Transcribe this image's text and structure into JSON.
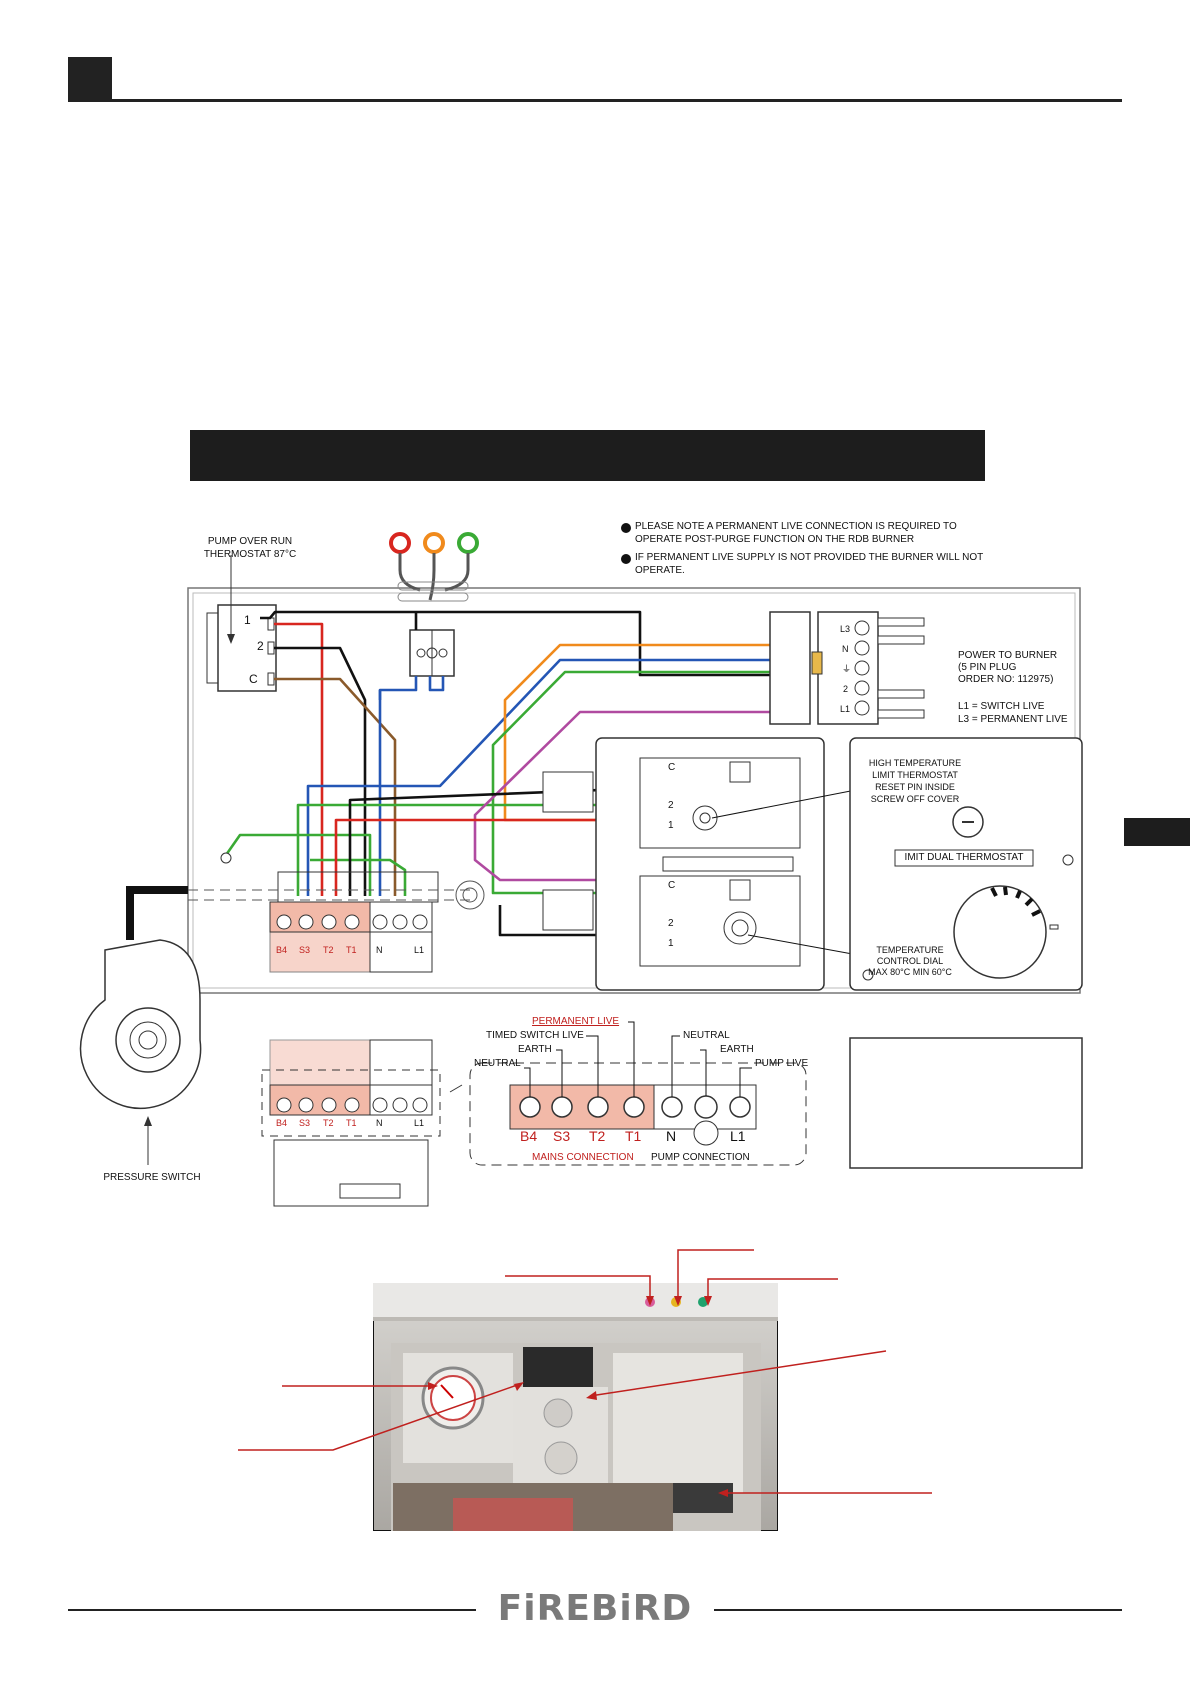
{
  "header": {
    "section_number": ""
  },
  "diagram_banner": {
    "title": ""
  },
  "notes": [
    "PLEASE NOTE A PERMANENT LIVE CONNECTION IS REQUIRED TO",
    "OPERATE POST-PURGE FUNCTION ON THE RDB BURNER",
    "IF PERMANENT LIVE SUPPLY IS NOT PROVIDED THE BURNER WILL NOT",
    "OPERATE."
  ],
  "labels": {
    "pump_thermostat_1": "PUMP OVER RUN",
    "pump_thermostat_2": "THERMOSTAT 87°C",
    "pressure_switch": "PRESSURE SWITCH",
    "power_burner_1": "POWER TO BURNER",
    "power_burner_2": "(5 PIN PLUG",
    "power_burner_3": "ORDER NO: 112975)",
    "l1_switch": "L1 = SWITCH LIVE",
    "l3_permanent": "L3 = PERMANENT LIVE",
    "high_temp_1": "HIGH TEMPERATURE",
    "high_temp_2": "LIMIT THERMOSTAT",
    "high_temp_3": "RESET PIN INSIDE",
    "high_temp_4": "SCREW OFF COVER",
    "dual_thermostat": "IMIT DUAL THERMOSTAT",
    "temp_dial_1": "TEMPERATURE",
    "temp_dial_2": "CONTROL DIAL",
    "temp_dial_3": "MAX 80°C MIN 60°C",
    "permanent_live": "PERMANENT LIVE",
    "timed_switch_live": "TIMED SWITCH LIVE",
    "earth_left": "EARTH",
    "neutral_left": "NEUTRAL",
    "neutral_right": "NEUTRAL",
    "earth_right": "EARTH",
    "pump_live": "PUMP LIVE",
    "mains_connection": "MAINS CONNECTION",
    "pump_connection": "PUMP CONNECTION"
  },
  "terminal_labels": [
    "B4",
    "S3",
    "T2",
    "T1",
    "N",
    "L1"
  ],
  "switch_terminals": [
    "1",
    "2",
    "C"
  ],
  "burner_plug_pins": [
    "L3",
    "N",
    "⏚",
    "2",
    "L1"
  ],
  "thermostat_pins": [
    "C",
    "2",
    "1"
  ],
  "footer": {
    "brand": "FiREBiRD"
  },
  "colors": {
    "red": "#d8261f",
    "orange": "#f08a1c",
    "green": "#3aaa35",
    "blue": "#2456b5",
    "black": "#111111",
    "brown": "#8a5a2b",
    "purple": "#b04aa0",
    "terminal": "#f2b9a8",
    "banner": "#1d1d1d"
  }
}
